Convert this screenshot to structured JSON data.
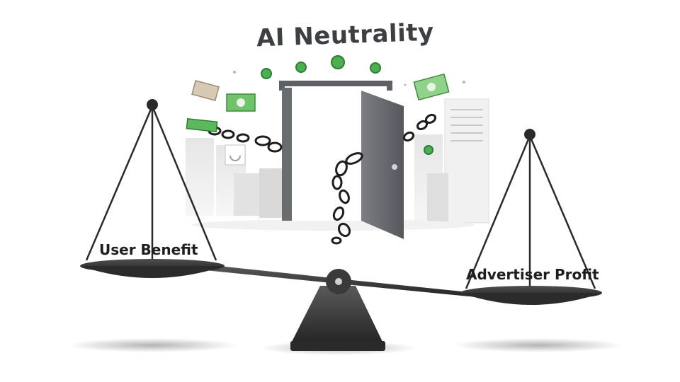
{
  "title": "AI Neutrality",
  "scale": {
    "left_pan_label": "User Benefit",
    "right_pan_label": "Advertiser Profit"
  },
  "icons": {
    "balance": "balance-scale-icon",
    "door": "open-door-icon",
    "money": "banknote-icon",
    "coin": "coin-icon",
    "chain": "broken-chain-icon"
  },
  "colors": {
    "metal": "#3a3a3a",
    "money_green": "#4caf50",
    "building_gray": "#dcdcdc",
    "door_gray": "#6a6d70"
  }
}
